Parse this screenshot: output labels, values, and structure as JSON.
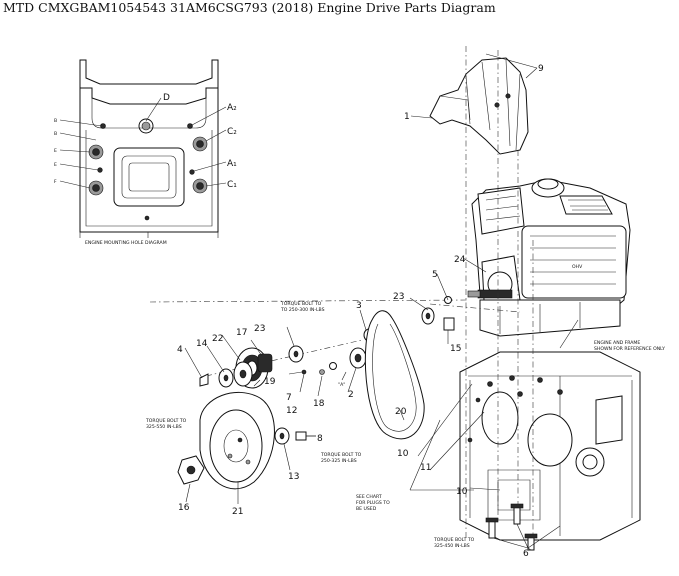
{
  "title": "MTD CMXGBAM1054543 31AM6CSG793 (2018) Engine Drive Parts Diagram",
  "mounting_diagram": {
    "caption": "ENGINE MOUNTING HOLE DIAGRAM",
    "hole_labels": [
      {
        "id": "D",
        "text": "D"
      },
      {
        "id": "A2",
        "text": "A₂"
      },
      {
        "id": "C2",
        "text": "C₂"
      },
      {
        "id": "A1",
        "text": "A₁"
      },
      {
        "id": "C1",
        "text": "C₁"
      },
      {
        "id": "B1",
        "text": "B"
      },
      {
        "id": "B2",
        "text": "B"
      },
      {
        "id": "E1",
        "text": "E"
      },
      {
        "id": "E2",
        "text": "E"
      },
      {
        "id": "F1",
        "text": "F"
      }
    ]
  },
  "callouts": {
    "c1": "1",
    "c2": "2",
    "c3": "3",
    "c4": "4",
    "c5": "5",
    "c6": "6",
    "c7": "7",
    "c8": "8",
    "c9": "9",
    "c10a": "10",
    "c10b": "10",
    "c11": "11",
    "c12": "12",
    "c13": "13",
    "c14": "14",
    "c15": "15",
    "c16": "16",
    "c17": "17",
    "c18": "18",
    "c19": "19",
    "c20": "20",
    "c21": "21",
    "c22": "22",
    "c23a": "23",
    "c23b": "23",
    "c24": "24",
    "cA": "\"A\""
  },
  "notes": {
    "torque1": [
      "TORQUE BOLT TO",
      "TO 250-300 IN-LBS"
    ],
    "torque2": [
      "TORQUE BOLT TO",
      "325-550 IN-LBS"
    ],
    "torque3": [
      "TORQUE BOLT TO",
      "250-325 IN-LBS"
    ],
    "torque4": [
      "TORQUE BOLT TO",
      "325-450 IN-LBS"
    ],
    "engine_ref": [
      "ENGINE AND FRAME",
      "SHOWN FOR REFERENCE ONLY"
    ],
    "see_chart": [
      "SEE CHART",
      "FOR PLUGS TO",
      "BE USED"
    ]
  }
}
